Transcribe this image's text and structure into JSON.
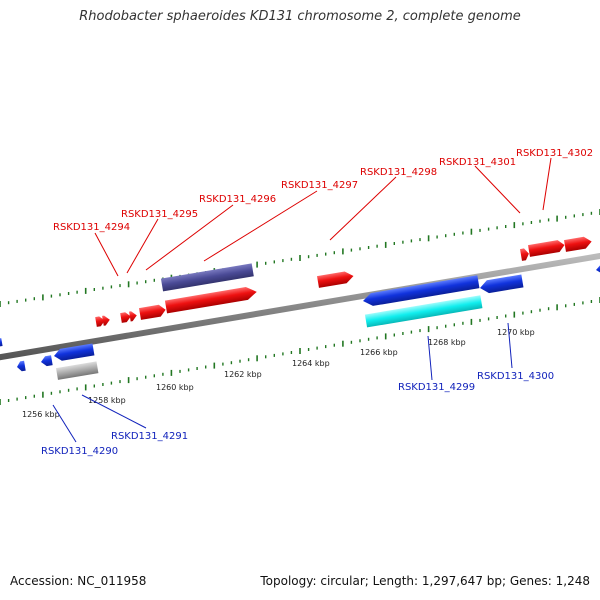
{
  "title": "Rhodobacter sphaeroides KD131 chromosome 2, complete genome",
  "footer": {
    "accession": "Accession: NC_011958",
    "stats": "Topology: circular; Length: 1,297,647 bp; Genes: 1,248"
  },
  "colors": {
    "forward_gene": "#ee1111",
    "reverse_gene": "#1133dd",
    "forward_label": "#dd0000",
    "reverse_label": "#1122bb",
    "tick": "#227722",
    "backbone": "#888888",
    "feature_slate": "#4a4a96",
    "feature_cyan": "#11eeee",
    "feature_grey": "#aaaaaa"
  },
  "forward_labels": [
    "RSKD131_4294",
    "RSKD131_4295",
    "RSKD131_4296",
    "RSKD131_4297",
    "RSKD131_4298",
    "RSKD131_4301",
    "RSKD131_4302"
  ],
  "reverse_labels": [
    "RSKD131_4290",
    "RSKD131_4291",
    "RSKD131_4299",
    "RSKD131_4300"
  ],
  "tick_labels": [
    "1256 kbp",
    "1258 kbp",
    "1260 kbp",
    "1262 kbp",
    "1264 kbp",
    "1266 kbp",
    "1268 kbp",
    "1270 kbp"
  ]
}
